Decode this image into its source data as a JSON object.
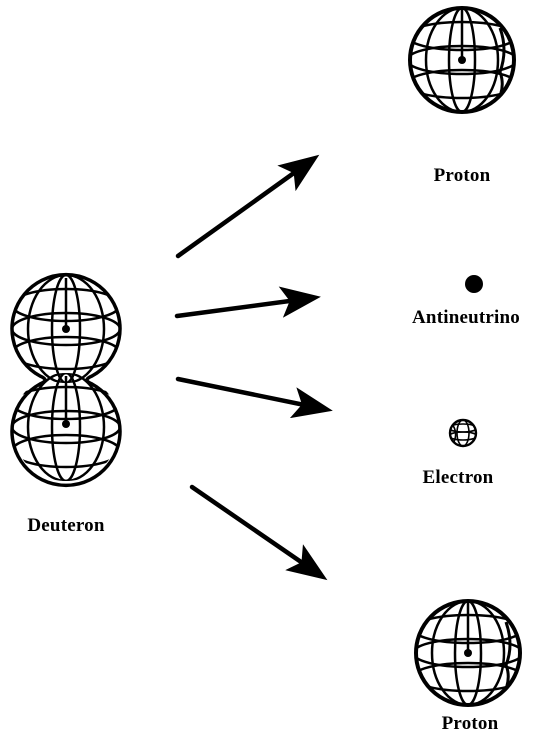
{
  "colors": {
    "ink": "#000000",
    "background": "#ffffff"
  },
  "labels": {
    "deuteron": "Deuteron",
    "proton_top": "Proton",
    "antineutrino": "Antineutrino",
    "electron": "Electron",
    "proton_bottom": "Proton"
  },
  "icons": {
    "sphere": "gridded-sphere-icon",
    "arrow": "arrow-icon",
    "dot": "filled-dot-icon"
  }
}
